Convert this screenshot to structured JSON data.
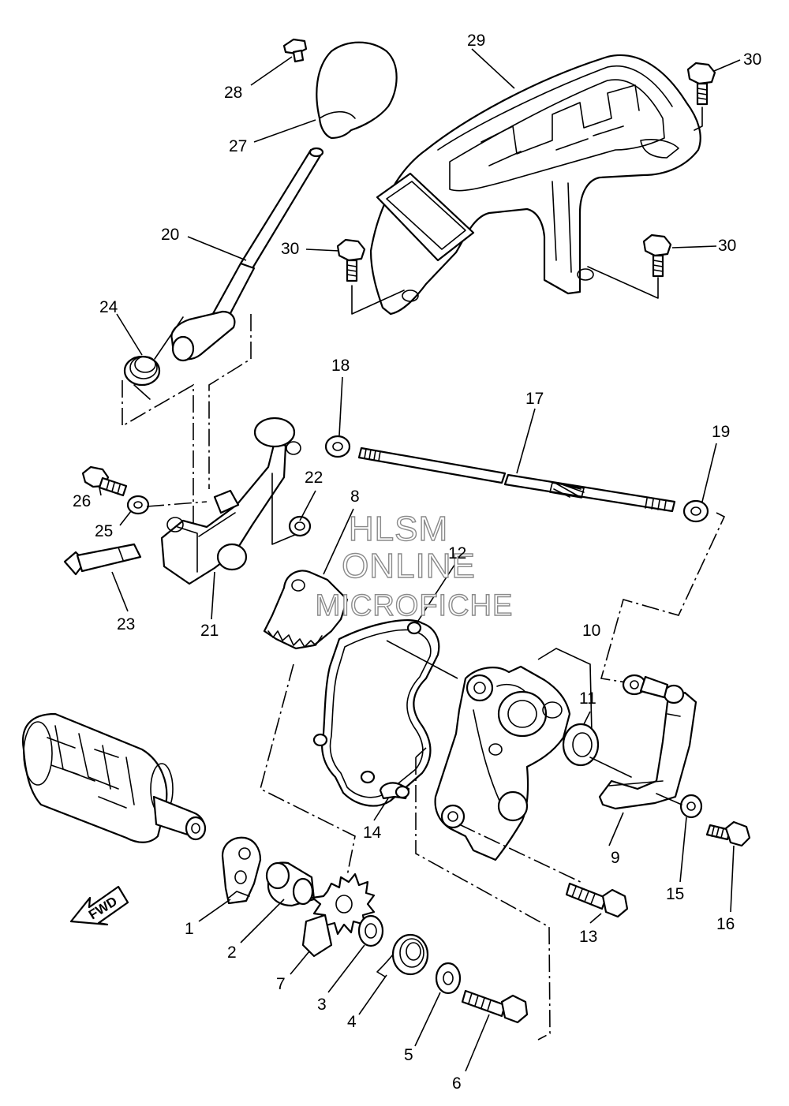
{
  "watermark": {
    "line1": "HLSM",
    "line2": "ONLINE",
    "line3": "MICROFICHE"
  },
  "direction_arrow": {
    "label": "FWD",
    "icon": "fwd-arrow-icon"
  },
  "callouts": {
    "c1": "1",
    "c2": "2",
    "c3": "3",
    "c4": "4",
    "c5": "5",
    "c6": "6",
    "c7": "7",
    "c8": "8",
    "c9": "9",
    "c10": "10",
    "c11": "11",
    "c12": "12",
    "c13": "13",
    "c14": "14",
    "c15": "15",
    "c16": "16",
    "c17": "17",
    "c18": "18",
    "c19": "19",
    "c20": "20",
    "c21": "21",
    "c22": "22",
    "c23": "23",
    "c24": "24",
    "c25": "25",
    "c26": "26",
    "c27": "27",
    "c28": "28",
    "c29": "29",
    "c30a": "30",
    "c30b": "30",
    "c30c": "30"
  }
}
